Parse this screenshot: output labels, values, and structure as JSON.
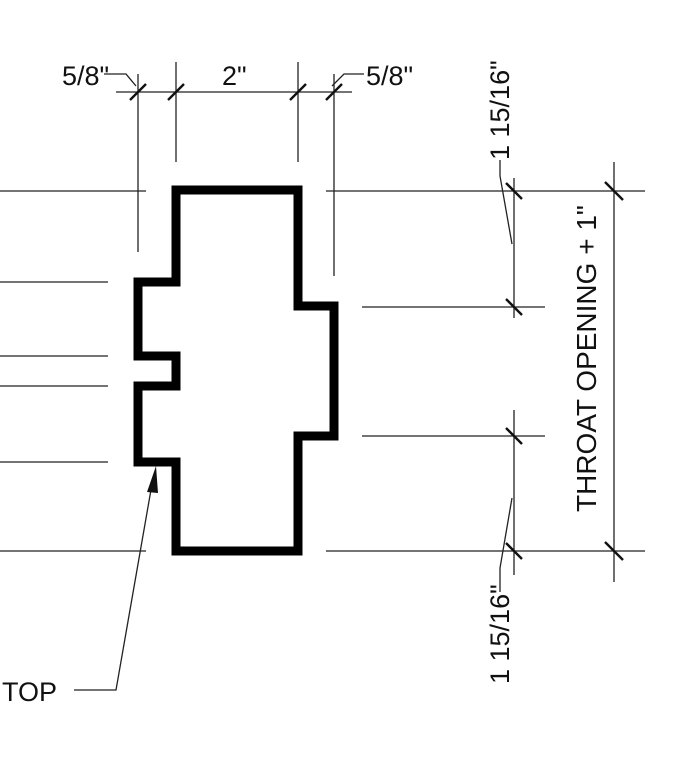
{
  "labels": {
    "dim_left_5_8": "5/8\"",
    "dim_2": "2\"",
    "dim_right_5_8": "5/8\"",
    "dim_top_1_15_16": "1 15/16\"",
    "dim_bottom_1_15_16": "1 15/16\"",
    "throat_opening": "THROAT OPENING + 1\"",
    "stop_callout": "TOP"
  },
  "colors": {
    "line": "#111111",
    "profile": "#000000",
    "background": "#ffffff"
  }
}
